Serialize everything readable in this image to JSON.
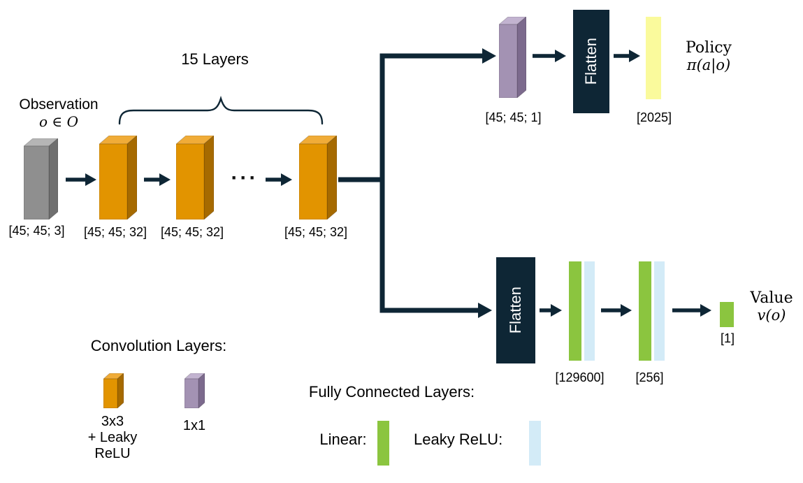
{
  "colors": {
    "navy": "#0E2635",
    "conv_front": "#E29400",
    "conv_side": "#A66A00",
    "conv_top": "#F0AC38",
    "gray_front": "#8F8F8F",
    "gray_side": "#6F6F6F",
    "gray_top": "#B5B5B5",
    "purple_front": "#A392B3",
    "purple_side": "#7C6A8D",
    "purple_top": "#C2B3D0",
    "yellow": "#FAFA9C",
    "green": "#8BC53F",
    "lightblue": "#D3EBF7"
  },
  "annotations": {
    "layers_label": "15 Layers",
    "observation_line1": "Observation",
    "observation_line2": "o ∈ O",
    "ellipsis": "···"
  },
  "network": {
    "input": {
      "label": "[45; 45; 3]"
    },
    "conv1": {
      "label": "[45; 45; 32]"
    },
    "conv2": {
      "label": "[45; 45; 32]"
    },
    "conv3": {
      "label": "[45; 45; 32]"
    },
    "policy_branch": {
      "conv_label": "[45; 45; 1]",
      "flatten_label": "Flatten",
      "output_label": "[2025]",
      "name_line1": "Policy",
      "name_line2": "π(a|o)"
    },
    "value_branch": {
      "flatten_label": "Flatten",
      "fc1_label": "[129600]",
      "fc2_label": "[256]",
      "output_label": "[1]",
      "name_line1": "Value",
      "name_line2": "v(o)"
    }
  },
  "legend": {
    "conv_title": "Convolution Layers:",
    "conv_3x3_line1": "3x3",
    "conv_3x3_line2": "+ Leaky",
    "conv_3x3_line3": "ReLU",
    "conv_1x1": "1x1",
    "fc_title": "Fully Connected Layers:",
    "linear_label": "Linear:",
    "leaky_label": "Leaky ReLU:"
  }
}
